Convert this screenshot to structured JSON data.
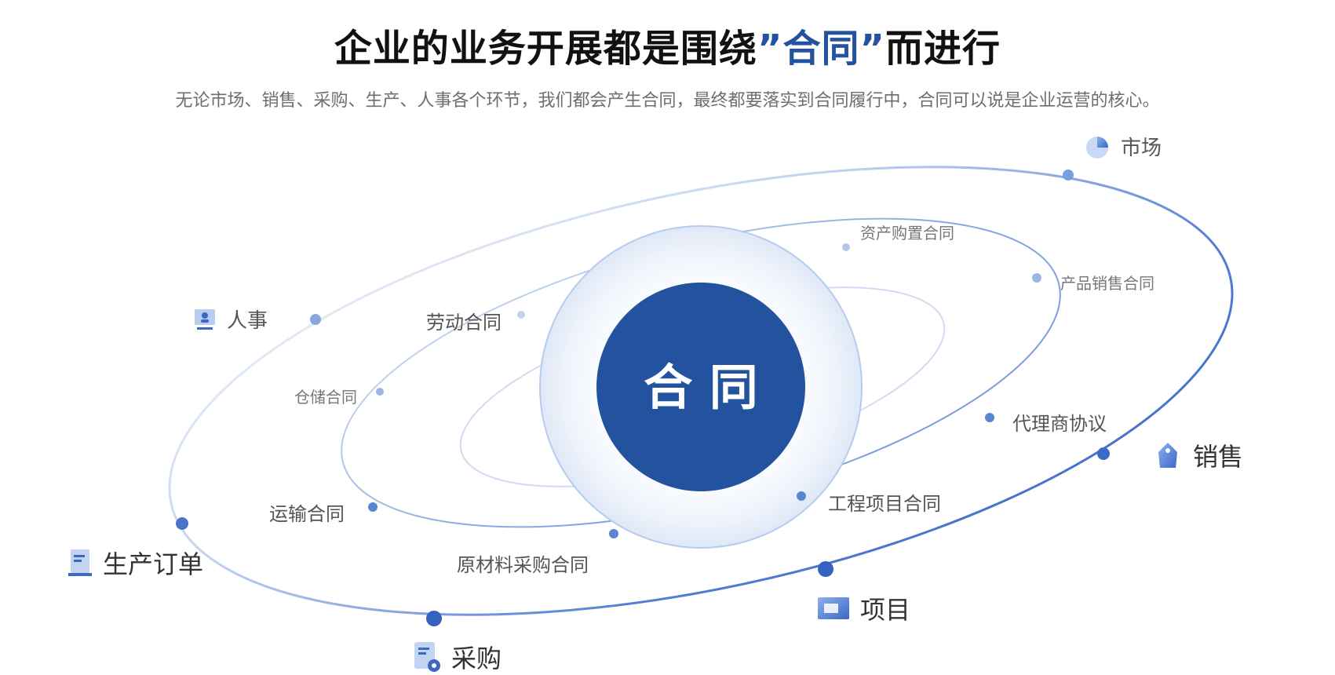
{
  "header": {
    "title_before": "企业的业务开展都是围绕",
    "title_accent": "”合同”",
    "title_after": "而进行",
    "subtitle": "无论市场、销售、采购、生产、人事各个环节，我们都会产生合同，最终都要落实到合同履行中，合同可以说是企业运营的核心。"
  },
  "center": {
    "label": "合 同"
  },
  "colors": {
    "accent": "#2352a0",
    "core": "#23529e",
    "orbit": "#4a78cf",
    "dot": "#3d6ac6"
  },
  "inner_contracts": {
    "asset_purchase": "资产购置合同",
    "product_sales": "产品销售合同",
    "labor": "劳动合同",
    "warehouse": "仓储合同",
    "agency": "代理商协议",
    "engineering": "工程项目合同",
    "transport": "运输合同",
    "raw_material": "原材料采购合同"
  },
  "business_areas": {
    "market": {
      "label": "市场",
      "icon": "pie-chart-icon"
    },
    "hr": {
      "label": "人事",
      "icon": "monitor-user-icon"
    },
    "sales": {
      "label": "销售",
      "icon": "tag-icon"
    },
    "production": {
      "label": "生产订单",
      "icon": "order-document-icon"
    },
    "project": {
      "label": "项目",
      "icon": "window-icon"
    },
    "purchase": {
      "label": "采购",
      "icon": "file-badge-icon"
    }
  }
}
